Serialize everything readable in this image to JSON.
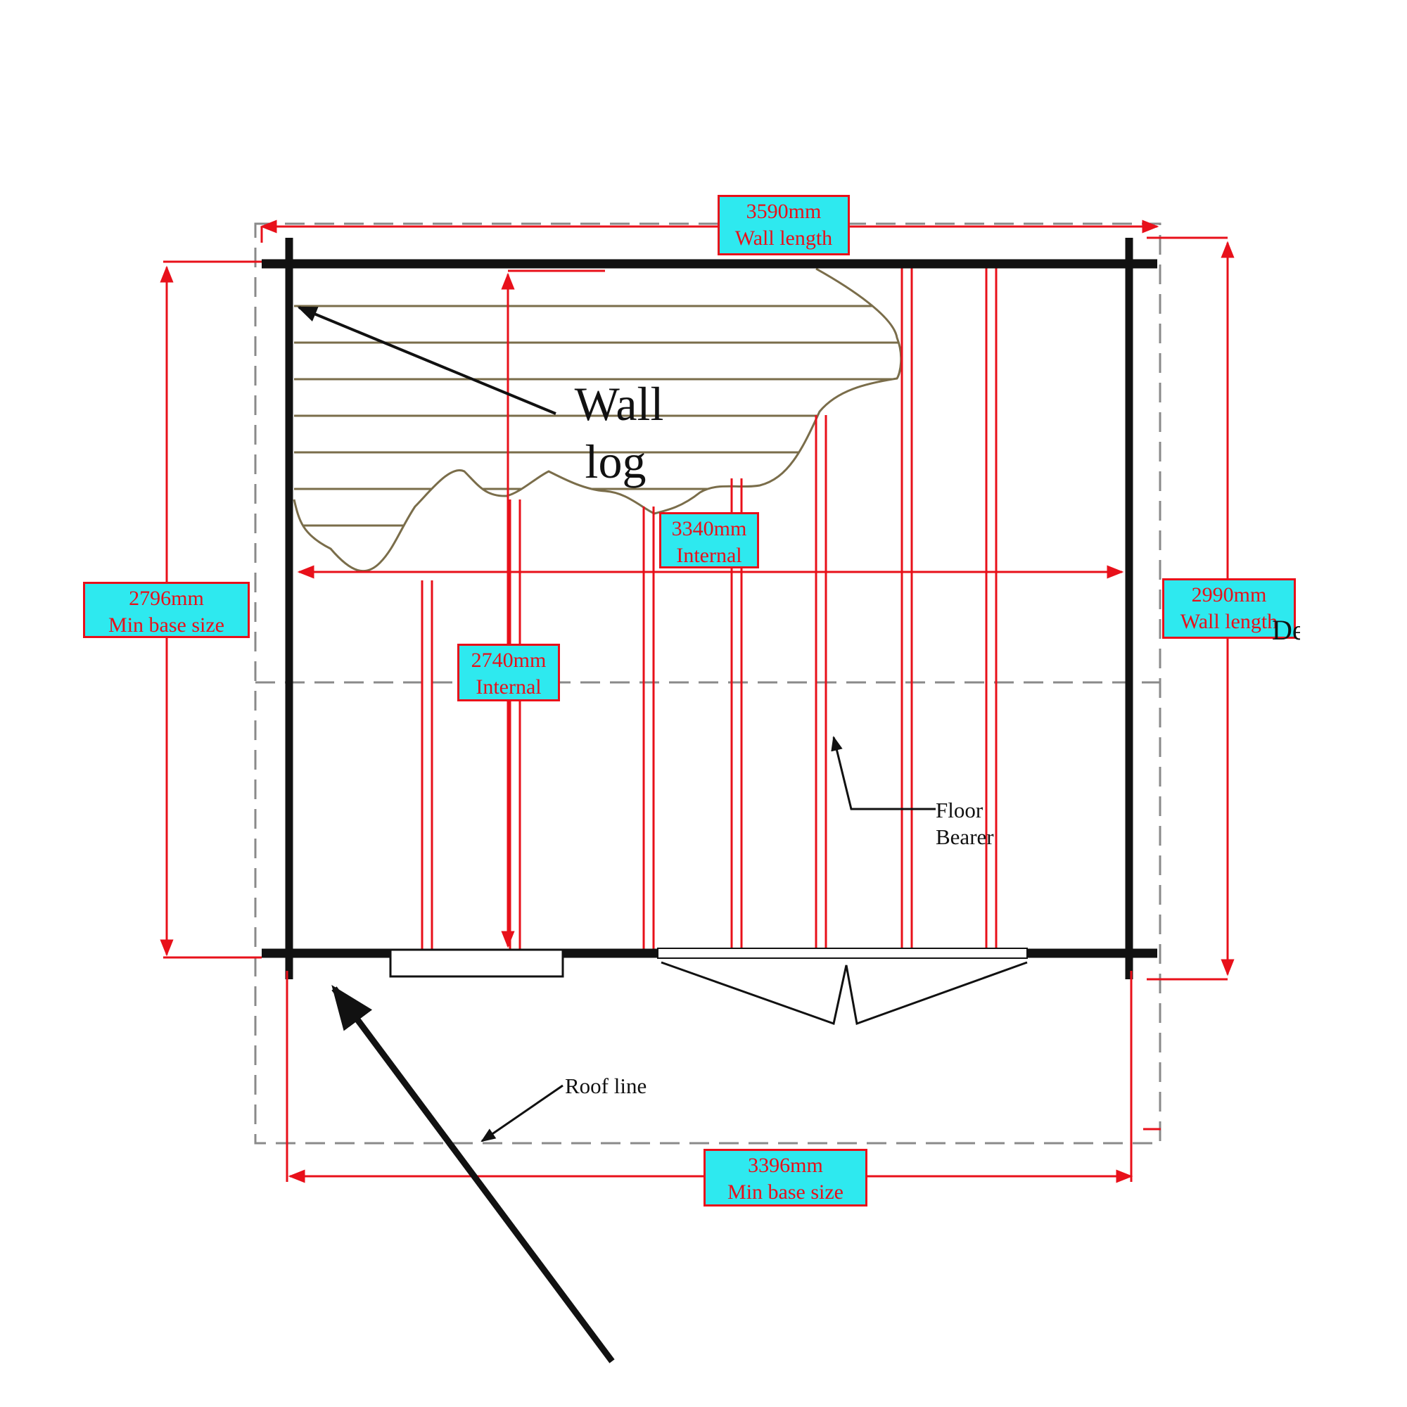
{
  "diagram": {
    "colors": {
      "dimension": "#e8101a",
      "label_fill": "#2ee9ef",
      "wall": "#111111",
      "roof_line": "#8a8a8a",
      "log_fill_lines": "#7a6d4a"
    },
    "dimensions": {
      "top_wall": {
        "value": "3590mm",
        "caption": "Wall length"
      },
      "internal_width": {
        "value": "3340mm",
        "caption": "Internal"
      },
      "left_base": {
        "value": "2796mm",
        "caption": "Min base size"
      },
      "right_wall": {
        "value": "2990mm",
        "caption": "Wall length"
      },
      "internal_depth": {
        "value": "2740mm",
        "caption": "Internal"
      },
      "bottom_base": {
        "value": "3396mm",
        "caption": "Min base size"
      }
    },
    "callouts": {
      "wall_log": {
        "line1": "Wall",
        "line2": "log"
      },
      "floor_bearer": {
        "line1": "Floor",
        "line2": "Bearer"
      },
      "roof_line": {
        "text": "Roof line"
      },
      "cut_off": {
        "text": "De"
      }
    }
  }
}
